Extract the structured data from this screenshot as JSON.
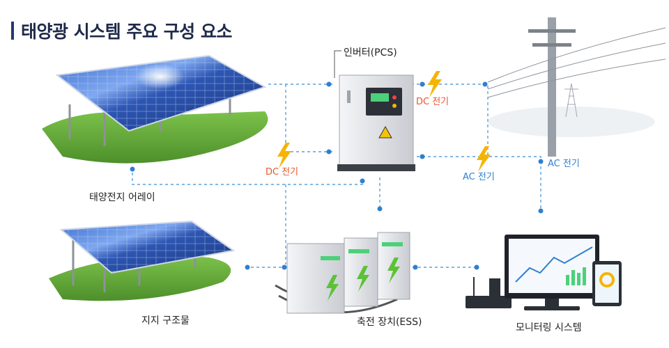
{
  "title": "태양광 시스템 주요 구성 요소",
  "components": {
    "array": "태양전지 어레이",
    "mount": "지지 구조물",
    "inverter": "인버터(PCS)",
    "ess": "축전 장치(ESS)",
    "monitor": "모니터링 시스템"
  },
  "flows": {
    "dc_left": "DC 전기",
    "dc_right": "DC 전기",
    "ac_mid": "AC 전기",
    "ac_right": "AC 전기"
  },
  "colors": {
    "dc": "#e4572e",
    "ac": "#2f7fd1",
    "line": "#5aa0d8",
    "bolt": "#f5b400",
    "title_bar": "#1f3a73"
  },
  "icons": {
    "bolt": "lightning-bolt-icon",
    "warning": "warning-triangle-icon"
  }
}
